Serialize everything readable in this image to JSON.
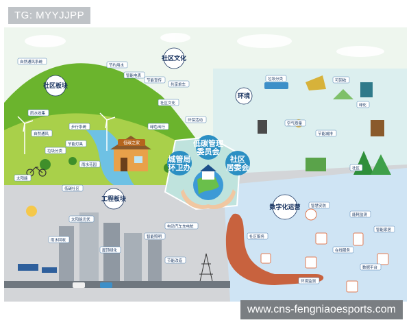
{
  "overlay": {
    "tag": "TG: MYYJJPP",
    "watermark": "www.cns-fengniaoesports.com"
  },
  "center": {
    "left": "城管局\n环卫办",
    "top": "低碳管理\n委员会",
    "right": "社区\n居委会"
  },
  "sections": {
    "culture": "社区文化",
    "community": "社区板块",
    "environment": "环境",
    "engineering": "工程板块",
    "digital": "数字化运营"
  },
  "labels": {
    "community": [
      "自然通风系统",
      "雨水收集",
      "自然通风",
      "垃圾分类",
      "节能灯具",
      "步行系统",
      "雨水花园",
      "太阳能",
      "低碳社区"
    ],
    "culture": [
      "节约用水",
      "智能电表",
      "节能宣传",
      "共享单车",
      "社区文化",
      "绿色出行",
      "环保活动"
    ],
    "house_sign": "低碳之家",
    "environment": [
      "垃圾分类",
      "可回收",
      "绿化",
      "空气质量",
      "节能减排",
      "社区"
    ],
    "engineering": [
      "太阳能光伏",
      "雨水回收",
      "屋顶绿化",
      "智能照明",
      "节能改造",
      "电动汽车充电桩"
    ],
    "digital": [
      "社区服务",
      "智慧安防",
      "能耗监测",
      "智能家居",
      "数据平台",
      "环境监测",
      "在线服务"
    ]
  },
  "colors": {
    "sky": "#eef6ee",
    "hill_dark": "#6bb42d",
    "hill_light": "#a9d04a",
    "env_bg": "#dcefef",
    "eng_bg": "#d3d5d8",
    "digital_bg": "#cfe4f4",
    "center_bg": "#bfe3dd",
    "hand": "#c8623e",
    "center_box": "#2b8fc3"
  }
}
